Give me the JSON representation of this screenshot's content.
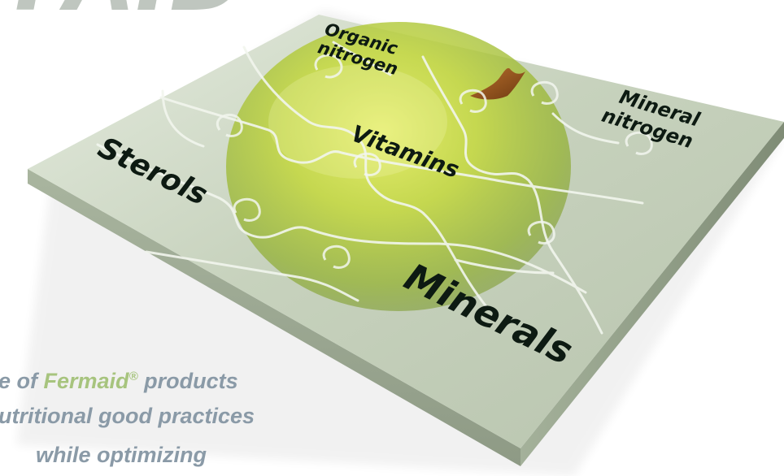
{
  "logo": {
    "partial_text": "FAID",
    "color": "#b5bdb4"
  },
  "puzzle": {
    "pieces": {
      "organic_nitrogen": [
        "Organic",
        "nitrogen"
      ],
      "mineral_nitrogen": [
        "Mineral",
        "nitrogen"
      ],
      "sterols": "Sterols",
      "vitamins": "Vitamins",
      "minerals": "Minerals"
    },
    "board_color": "#c8d3bf",
    "sphere_color": "#b6cf3a"
  },
  "caption": {
    "line1_prefix": "e of ",
    "line1_brand": "Fermaid",
    "line1_mark": "®",
    "line1_suffix": " products",
    "line2": "utritional good practices",
    "line3": "while optimizing",
    "text_color": "#8a9aa7",
    "brand_color": "#a7c47e"
  }
}
